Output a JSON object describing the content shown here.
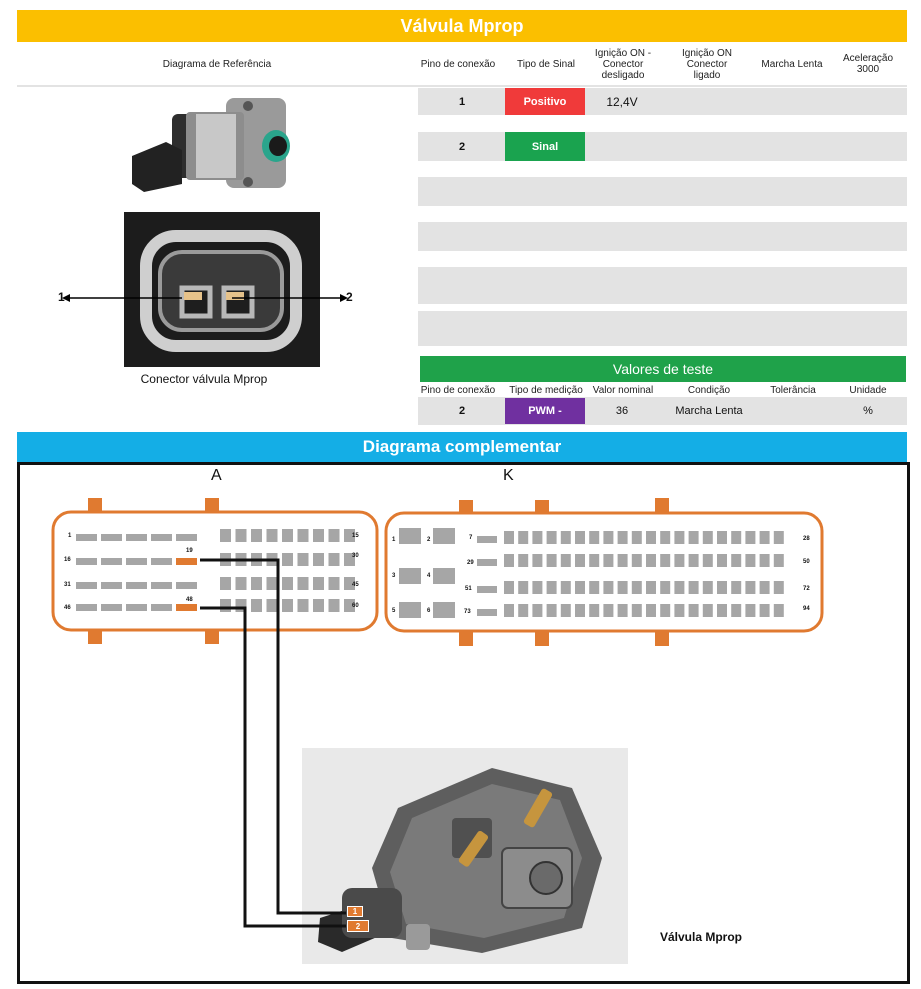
{
  "title": "Válvula Mprop",
  "colors": {
    "title_band": "#fbbf00",
    "test_band": "#1fa24a",
    "diagram_band": "#14aee6",
    "positive": "#f03a3a",
    "signal": "#1aa34f",
    "pwm": "#7030a0",
    "connector_outline": "#e07a30",
    "pin_gray": "#a6a6a6",
    "pin_orange": "#e07a30"
  },
  "header": {
    "reference": "Diagrama de Referência",
    "pin": "Pino de conexão",
    "signal_type": "Tipo de Sinal",
    "ign_off": "Ignição ON - Conector desligado",
    "ign_on": "Ignição ON Conector ligado",
    "idle": "Marcha Lenta",
    "accel": "Aceleração 3000"
  },
  "rows": [
    {
      "pin": "1",
      "signal": "Positivo",
      "ign_off": "12,4V"
    },
    {
      "pin": "2",
      "signal": "Sinal",
      "ign_off": ""
    }
  ],
  "reference": {
    "connector_caption": "Conector válvula Mprop",
    "pin_left": "1",
    "pin_right": "2"
  },
  "test_values": {
    "title": "Valores de teste",
    "headers": {
      "pin": "Pino de conexão",
      "measure_type": "Tipo de medição",
      "nominal": "Valor nominal",
      "condition": "Condição",
      "tolerance": "Tolerância",
      "unit": "Unidade"
    },
    "row": {
      "pin": "2",
      "measure_type": "PWM -",
      "nominal": "36",
      "condition": "Marcha Lenta",
      "tolerance": "",
      "unit": "%"
    }
  },
  "diagram": {
    "title": "Diagrama complementar",
    "connector_a": "A",
    "connector_k": "K",
    "a_pins": {
      "r1_start": "1",
      "r1_end": "15",
      "r2_start": "16",
      "r2_mark": "19",
      "r2_end": "30",
      "r3_start": "31",
      "r3_end": "45",
      "r4_start": "46",
      "r4_mark": "48",
      "r4_end": "60"
    },
    "k_pins": {
      "p1": "1",
      "p2": "2",
      "p3": "3",
      "p4": "4",
      "p5": "5",
      "p6": "6",
      "r1_start": "7",
      "r1_end": "28",
      "r2_start": "29",
      "r2_end": "50",
      "r3_start": "51",
      "r3_end": "72",
      "r4_start": "73",
      "r4_end": "94"
    },
    "pump_pin_1": "1",
    "pump_pin_2": "2",
    "pump_caption": "Válvula Mprop"
  }
}
